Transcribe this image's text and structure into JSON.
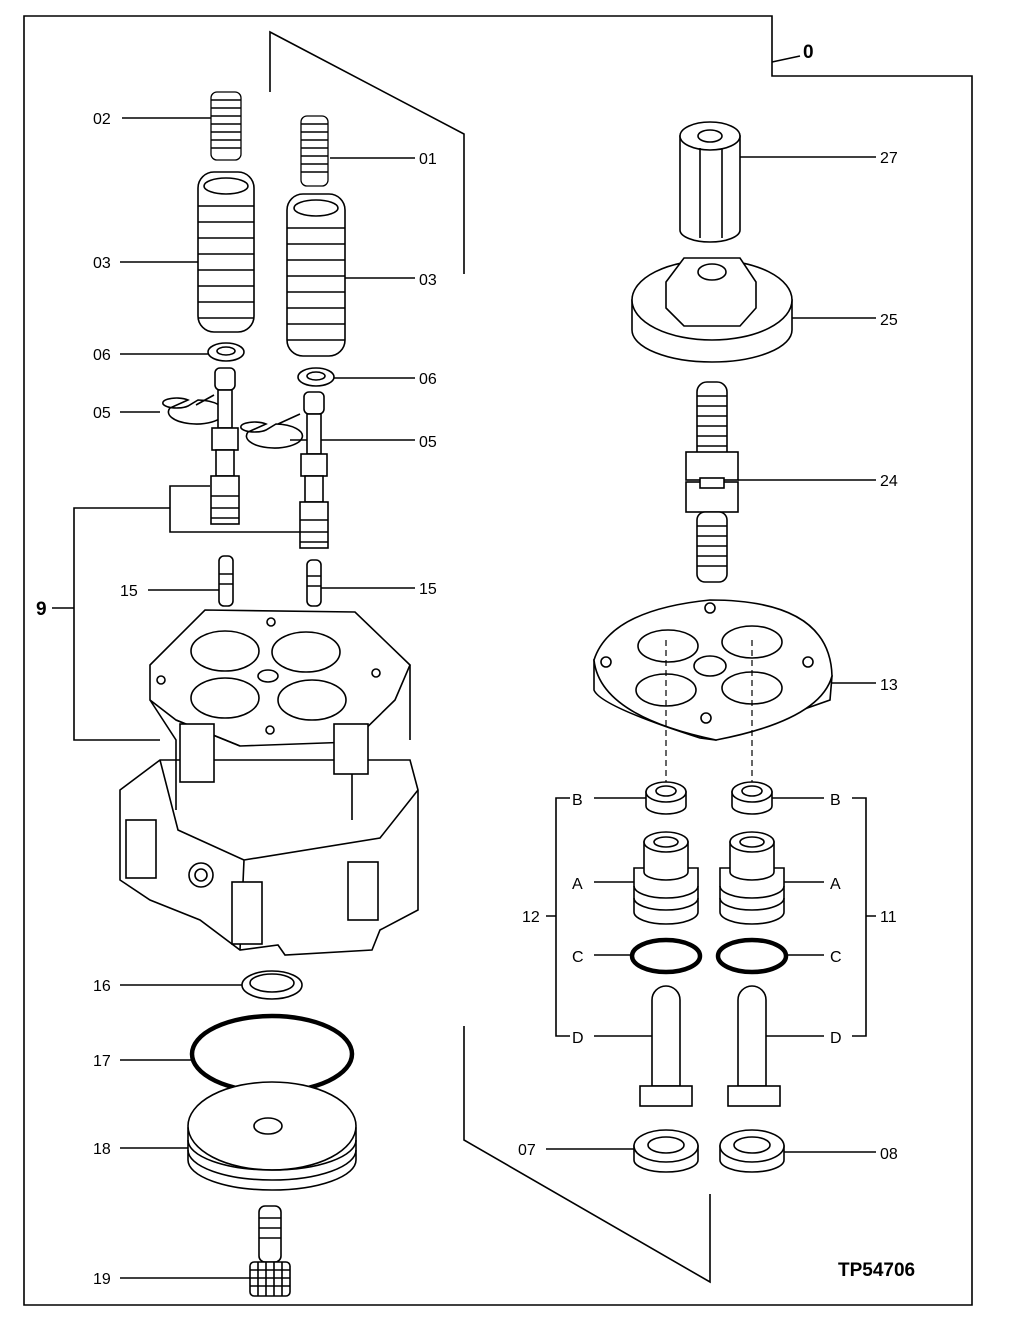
{
  "figure_id": "TP54706",
  "assembly_label": "0",
  "subassembly_label": "9",
  "callouts": {
    "c02": "02",
    "c01": "01",
    "c03_left": "03",
    "c03_right": "03",
    "c06_left": "06",
    "c06_right": "06",
    "c05_left": "05",
    "c05_right": "05",
    "c15_left": "15",
    "c15_right": "15",
    "c16": "16",
    "c17": "17",
    "c18": "18",
    "c19": "19",
    "c27": "27",
    "c25": "25",
    "c24": "24",
    "c13": "13",
    "c12": "12",
    "c11": "11",
    "c07": "07",
    "c08": "08",
    "b_left": "B",
    "a_left": "A",
    "c_left": "C",
    "d_left": "D",
    "b_right": "B",
    "a_right": "A",
    "c_right": "C",
    "d_right": "D"
  }
}
